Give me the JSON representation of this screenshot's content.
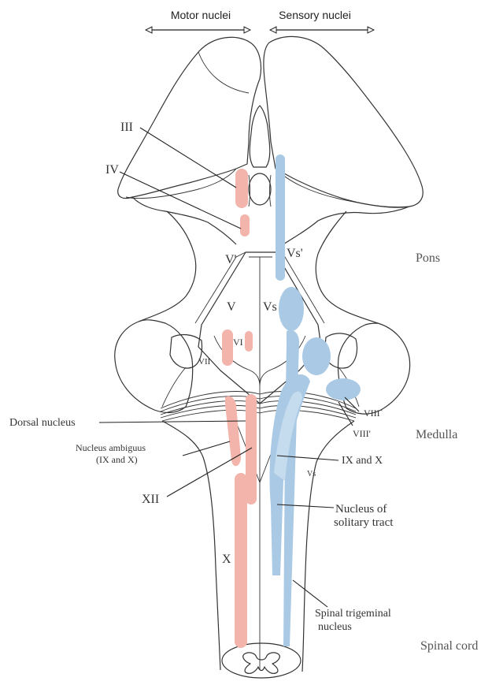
{
  "header": {
    "motor": "Motor nuclei",
    "sensory": "Sensory nuclei"
  },
  "regions": {
    "pons": "Pons",
    "medulla": "Medulla",
    "spinal_cord": "Spinal cord"
  },
  "labels": {
    "iii": "III",
    "iv": "IV",
    "v_prime": "V'",
    "vs_prime": "Vs'",
    "v": "V",
    "vs": "Vs",
    "vi": "VI",
    "vii": "VII",
    "dorsal_nucleus": "Dorsal nucleus",
    "nucleus_ambiguus_1": "Nucleus ambiguus",
    "nucleus_ambiguus_2": "(IX and X)",
    "xii": "XII",
    "x": "X",
    "viii_1": "VIII`",
    "viii_2": "VIII'",
    "ix_and_x": "IX and X",
    "vs_small": "Vs",
    "solitary_1": "Nucleus of",
    "solitary_2": "solitary tract",
    "spinal_trig_1": "Spinal trigeminal",
    "spinal_trig_2": "nucleus"
  },
  "colors": {
    "motor": "#f2b4ab",
    "sensory": "#a9c9e4",
    "outline": "#333333"
  }
}
